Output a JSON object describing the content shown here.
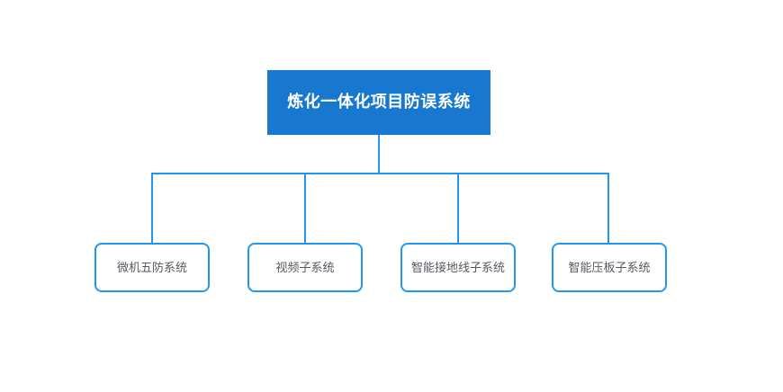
{
  "diagram": {
    "type": "organization-tree",
    "orientation": "top-down",
    "background_color": "#ffffff",
    "root": {
      "label": "炼化一体化项目防误系统",
      "fill_color": "#1878d0",
      "text_color": "#ffffff"
    },
    "children": [
      {
        "label": "微机五防系统",
        "border_color": "#2196f3",
        "fill_color": "#ffffff",
        "text_color": "#555a60"
      },
      {
        "label": "视频子系统",
        "border_color": "#2196f3",
        "fill_color": "#ffffff",
        "text_color": "#555a60"
      },
      {
        "label": "智能接地线子系统",
        "border_color": "#2196f3",
        "fill_color": "#ffffff",
        "text_color": "#555a60"
      },
      {
        "label": "智能压板子系统",
        "border_color": "#2196f3",
        "fill_color": "#ffffff",
        "text_color": "#555a60"
      }
    ],
    "connectors": {
      "color": "#2196f3",
      "stroke_width": 2,
      "style": "orthogonal-elbow"
    }
  }
}
